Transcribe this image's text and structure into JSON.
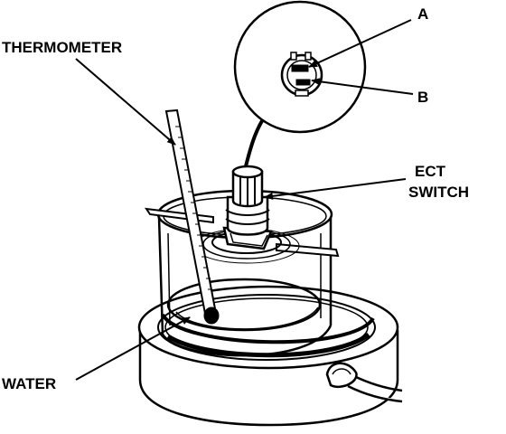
{
  "labels": {
    "thermometer": "THERMOMETER",
    "callout_a": "A",
    "callout_b": "B",
    "ect_line1": "ECT",
    "ect_line2": "SWITCH",
    "water": "WATER"
  },
  "colors": {
    "ink": "#000000",
    "paper": "#ffffff"
  },
  "icons": {
    "connector": "ect-connector-icon"
  }
}
